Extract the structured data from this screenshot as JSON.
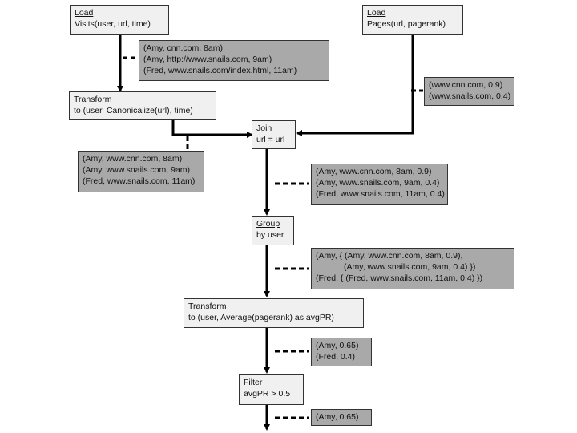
{
  "load_visits": {
    "title": "Load",
    "detail": "Visits(user, url, time)"
  },
  "load_pages": {
    "title": "Load",
    "detail": "Pages(url, pagerank)"
  },
  "visits_data": {
    "lines": [
      "(Amy, cnn.com, 8am)",
      "(Amy, http://www.snails.com, 9am)",
      "(Fred, www.snails.com/index.html, 11am)"
    ]
  },
  "pages_data": {
    "lines": [
      "(www.cnn.com, 0.9)",
      "(www.snails.com, 0.4)"
    ]
  },
  "transform_canon": {
    "title": "Transform",
    "detail": "to (user, Canonicalize(url), time)"
  },
  "join": {
    "title": "Join",
    "detail": "url = url"
  },
  "canon_data": {
    "lines": [
      "(Amy, www.cnn.com, 8am)",
      "(Amy, www.snails.com, 9am)",
      "(Fred, www.snails.com, 11am)"
    ]
  },
  "join_data": {
    "lines": [
      "(Amy, www.cnn.com, 8am, 0.9)",
      "(Amy, www.snails.com, 9am, 0.4)",
      "(Fred, www.snails.com, 11am, 0.4)"
    ]
  },
  "group": {
    "title": "Group",
    "detail": "by user"
  },
  "group_data": {
    "lines": [
      "(Amy, { (Amy, www.cnn.com, 8am, 0.9),",
      "            (Amy, www.snails.com, 9am, 0.4) })",
      "(Fred, { (Fred, www.snails.com, 11am, 0.4) })"
    ]
  },
  "transform_avg": {
    "title": "Transform",
    "detail": "to (user, Average(pagerank) as avgPR)"
  },
  "avg_data": {
    "lines": [
      "(Amy, 0.65)",
      "(Fred, 0.4)"
    ]
  },
  "filter": {
    "title": "Filter",
    "detail": "avgPR > 0.5"
  },
  "filter_data": {
    "lines": [
      "(Amy, 0.65)"
    ]
  },
  "colors": {
    "operator_fill": "#f0f0f0",
    "data_fill": "#a9a9a9",
    "edge": "#000000"
  }
}
